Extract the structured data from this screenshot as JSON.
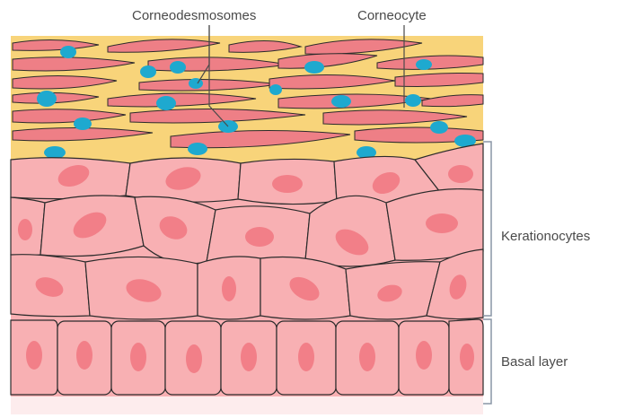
{
  "labels": {
    "corneodesmosomes": "Corneodesmosomes",
    "corneocyte": "Corneocyte",
    "keratinocytes": "Kerationocytes",
    "basal_layer": "Basal layer"
  },
  "colors": {
    "background": "#ffffff",
    "extracellular_lipid": "#f8d47a",
    "corneocyte_fill": "#ee7f86",
    "corneodesmosome": "#1ea9cf",
    "cell_fill": "#f8b0b3",
    "nucleus": "#f27f88",
    "outline": "#2b2b2b",
    "bracket": "#8a96a6",
    "label_text": "#4a4a4a"
  }
}
